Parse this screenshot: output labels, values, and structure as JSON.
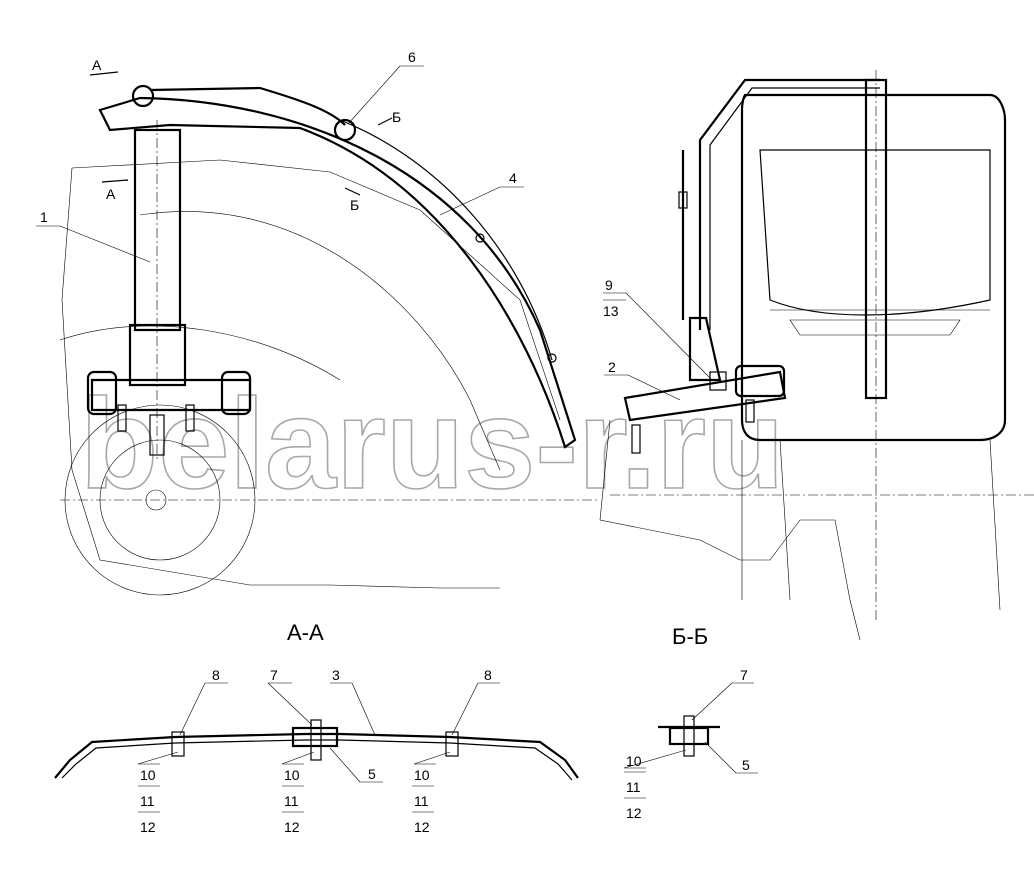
{
  "section_titles": {
    "aa": "А-А",
    "bb": "Б-Б"
  },
  "cut_marks": {
    "a": "А",
    "b": "Б"
  },
  "callouts": {
    "c1": "1",
    "c2": "2",
    "c3": "3",
    "c4": "4",
    "c5": "5",
    "c6": "6",
    "c7": "7",
    "c8": "8",
    "c9": "9",
    "c10": "10",
    "c11": "11",
    "c12": "12",
    "c13": "13"
  },
  "watermark": "belarus-r.ru"
}
